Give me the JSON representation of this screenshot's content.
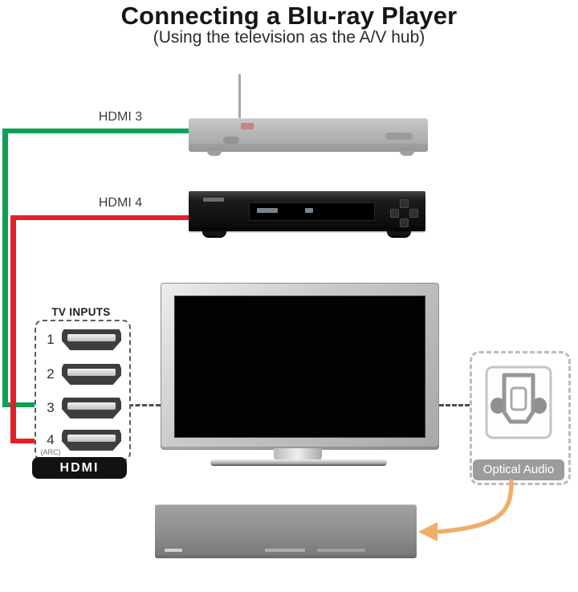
{
  "title": "Connecting a Blu-ray Player",
  "subtitle": "(Using the television as the A/V hub)",
  "cables": {
    "hdmi3_label": "HDMI 3",
    "hdmi4_label": "HDMI 4"
  },
  "tv_inputs": {
    "title": "TV INPUTS",
    "ports": [
      {
        "number": "1",
        "note": ""
      },
      {
        "number": "2",
        "note": ""
      },
      {
        "number": "3",
        "note": ""
      },
      {
        "number": "4",
        "note": "(ARC)"
      }
    ],
    "badge": "HDMI"
  },
  "optical_audio": {
    "label": "Optical Audio"
  },
  "colors": {
    "green_cable": "#0da157",
    "red_cable": "#e42026",
    "arrow_orange": "#f0ad6a",
    "label_gray": "#9c9c9c"
  }
}
